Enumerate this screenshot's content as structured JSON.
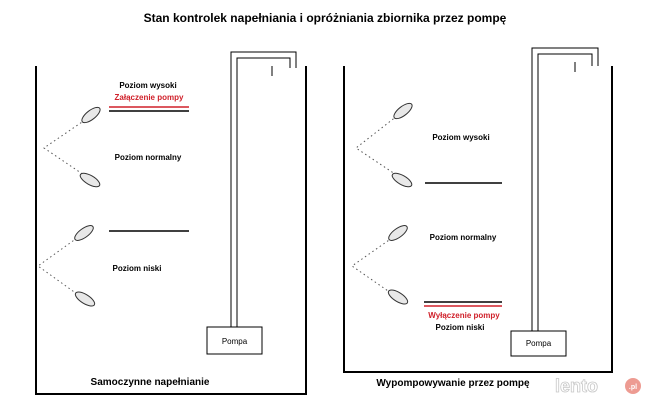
{
  "title": "Stan kontrolek napełniania i opróżniania zbiornika przez pompę",
  "left": {
    "label_high": "Poziom wysoki",
    "label_on": "Załączenie pompy",
    "label_normal": "Poziom normalny",
    "label_low": "Poziom niski",
    "pump": "Pompa",
    "caption": "Samoczynne napełnianie"
  },
  "right": {
    "label_high": "Poziom wysoki",
    "label_normal": "Poziom normalny",
    "label_off": "Wyłączenie pompy",
    "label_low": "Poziom niski",
    "pump": "Pompa",
    "caption": "Wypompowywanie  przez pompę"
  },
  "watermark": {
    "text": "lento",
    "badge": ".pl"
  },
  "colors": {
    "accent_red": "#d0202a"
  }
}
